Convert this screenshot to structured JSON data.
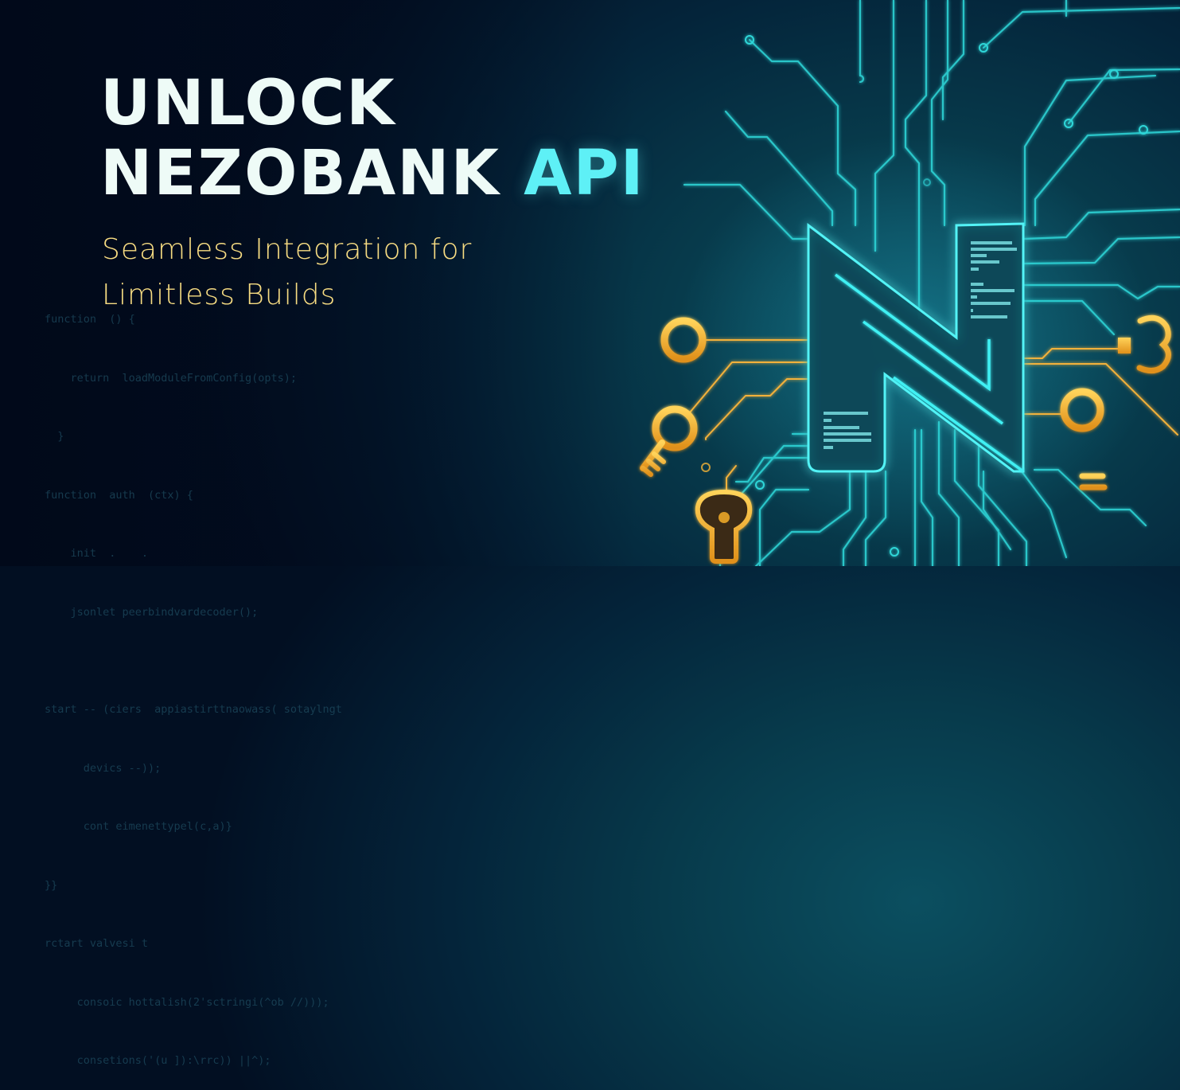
{
  "headline": {
    "line1": "UNLOCK",
    "line2_main": "NEZOBANK",
    "line2_accent": "API"
  },
  "subheadline": {
    "line1": "Seamless Integration for",
    "line2": "Limitless Builds"
  },
  "background_code": [
    "function  () {",
    "    return  loadModuleFromConfig(opts);",
    "  }",
    "function  auth  (ctx) {",
    "    init  .    .",
    "    jsonlet peerbindvardecoder();",
    "",
    "start -- (ciers  appiastirttnaowass( sotaylngt",
    "      devics --));",
    "      cont eimenettypel(c,a)}",
    "}}",
    "rctart valvesi t",
    "     consoic hottalish(2'sctringi(^ob //)));",
    "     consetions('(u ]):\\rrc)) ||^);"
  ],
  "illustration": {
    "logo_letter": "N",
    "icons": [
      "circuit-board",
      "n-logo-panel",
      "key-ring",
      "key",
      "key-bow",
      "keyhole"
    ]
  },
  "colors": {
    "background_dark": "#020b1c",
    "background_teal": "#0b4f60",
    "headline": "#eefbf7",
    "accent_cyan": "#5ef0f6",
    "subheadline_gold": "#f7dc82",
    "circuit_cyan": "#2fd6d8",
    "key_gold": "#f2a81e"
  }
}
